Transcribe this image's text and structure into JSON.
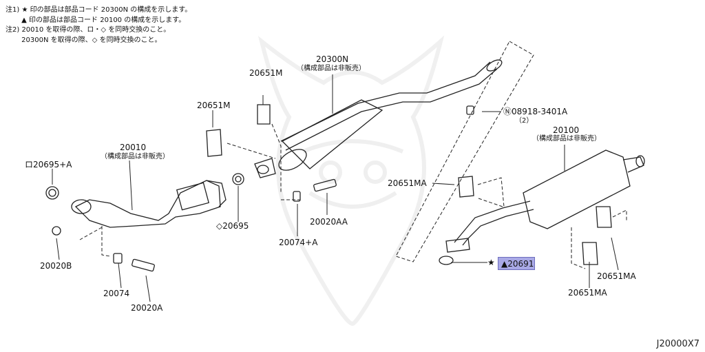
{
  "notes": [
    "注1) ★ 印の部品は部品コード 20300N の構成を示します。",
    "　　 ▲ 印の部品は部品コード 20100 の構成を示します。",
    "注2) 20010 を取得の際、ロ・◇ を同時交換のこと。",
    "　　 20300N を取得の際、◇ を同時交換のこと。"
  ],
  "labels": {
    "p20300n": "20300N",
    "p20300n_sub": "（構成部品は非販売）",
    "p20651m_a": "20651M",
    "p20651m_b": "20651M",
    "p08918": "Ⓝ08918-3401A",
    "p08918_qty": "（2）",
    "p20100": "20100",
    "p20100_sub": "（構成部品は非販売）",
    "p20010": "20010",
    "p20010_sub": "（構成部品は非販売）",
    "p20695a": "ロ20695+A",
    "p20651ma_a": "20651MA",
    "p20695": "◇20695",
    "p20020aa": "20020AA",
    "p20074a": "20074+A",
    "p20020b": "20020B",
    "p20074": "20074",
    "p20020a": "20020A",
    "p20691_mark": "★",
    "p20691": "▲20691",
    "p20651ma_b": "20651MA",
    "p20651ma_c": "20651MA"
  },
  "diagram_code": "J20000X7"
}
